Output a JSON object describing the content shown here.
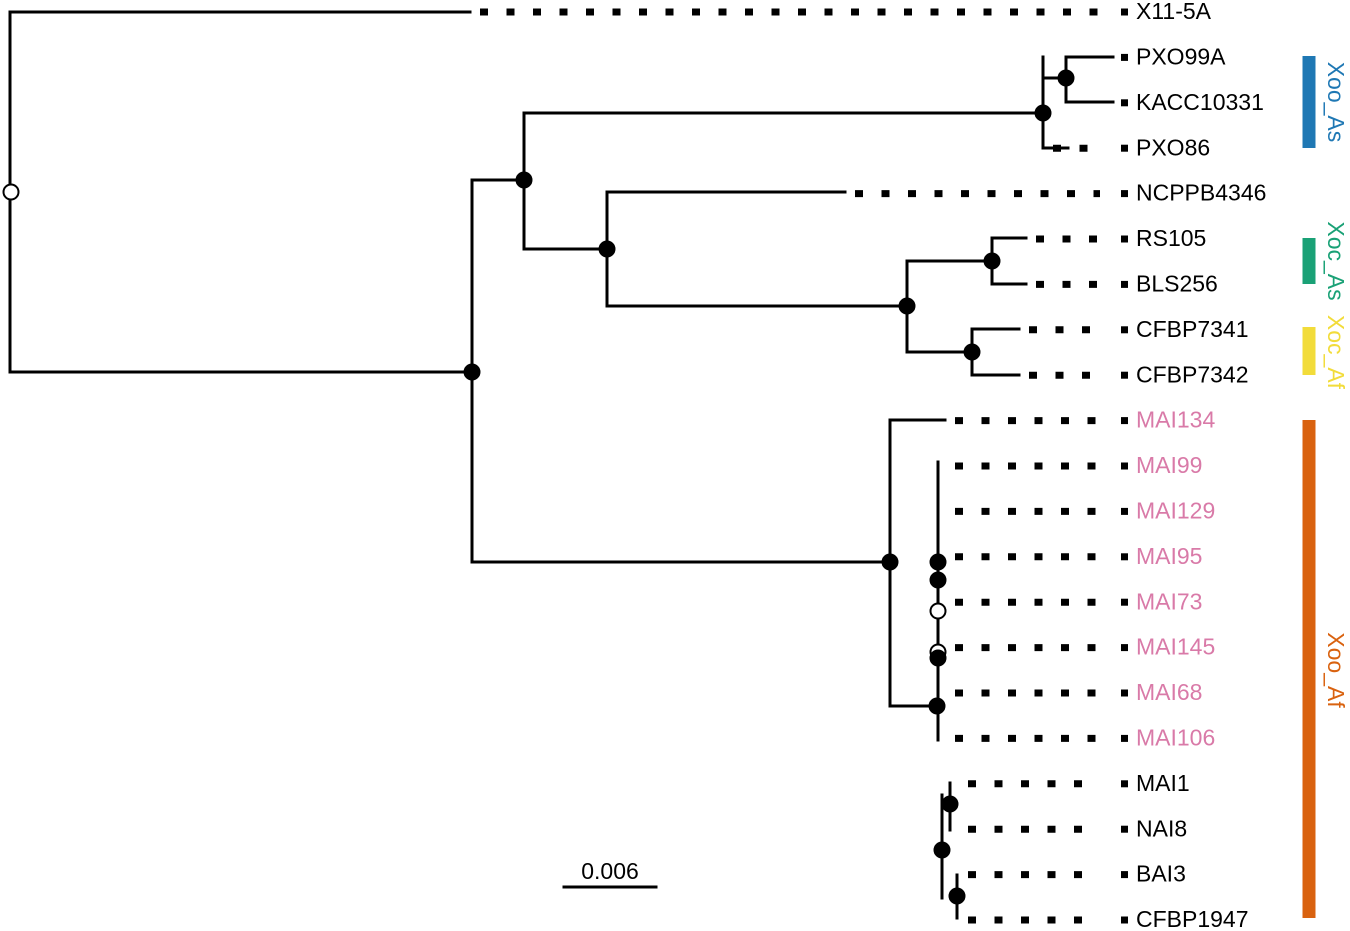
{
  "leaves": [
    {
      "id": "x11",
      "label": "X11-5A",
      "highlight": false
    },
    {
      "id": "pxo99a",
      "label": "PXO99A",
      "highlight": false
    },
    {
      "id": "kacc",
      "label": "KACC10331",
      "highlight": false
    },
    {
      "id": "pxo86",
      "label": "PXO86",
      "highlight": false
    },
    {
      "id": "ncppb",
      "label": "NCPPB4346",
      "highlight": false
    },
    {
      "id": "rs105",
      "label": "RS105",
      "highlight": false
    },
    {
      "id": "bls256",
      "label": "BLS256",
      "highlight": false
    },
    {
      "id": "cfbp7341",
      "label": "CFBP7341",
      "highlight": false
    },
    {
      "id": "cfbp7342",
      "label": "CFBP7342",
      "highlight": false
    },
    {
      "id": "mai134",
      "label": "MAI134",
      "highlight": true
    },
    {
      "id": "mai99",
      "label": "MAI99",
      "highlight": true
    },
    {
      "id": "mai129",
      "label": "MAI129",
      "highlight": true
    },
    {
      "id": "mai95",
      "label": "MAI95",
      "highlight": true
    },
    {
      "id": "mai73",
      "label": "MAI73",
      "highlight": true
    },
    {
      "id": "mai145",
      "label": "MAI145",
      "highlight": true
    },
    {
      "id": "mai68",
      "label": "MAI68",
      "highlight": true
    },
    {
      "id": "mai106",
      "label": "MAI106",
      "highlight": true
    },
    {
      "id": "mai1",
      "label": "MAI1",
      "highlight": false
    },
    {
      "id": "nai8",
      "label": "NAI8",
      "highlight": false
    },
    {
      "id": "bai3",
      "label": "BAI3",
      "highlight": false
    },
    {
      "id": "cfbp1947",
      "label": "CFBP1947",
      "highlight": false
    }
  ],
  "clades": [
    {
      "label": "Xoo_As",
      "color": "#1f78b4"
    },
    {
      "label": "Xoc_As",
      "color": "#1aa176"
    },
    {
      "label": "Xoc_Af",
      "color": "#f2dc3a"
    },
    {
      "label": "Xoo_Af",
      "color": "#d9620f"
    }
  ],
  "scale_bar": {
    "label": "0.006"
  },
  "colors": {
    "branch": "#000000",
    "highlight_label": "#d97aa8"
  }
}
